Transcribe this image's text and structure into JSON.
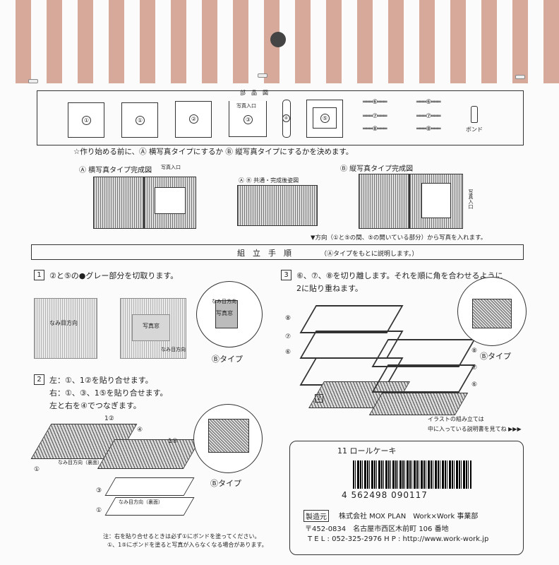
{
  "header": {
    "parts_title": "部　品　図"
  },
  "parts": {
    "labels": [
      "①",
      "①",
      "②",
      "③",
      "④",
      "⑤",
      "⑥",
      "⑦",
      "⑧"
    ],
    "photo_slot": "写真入口",
    "bond": "ボンド"
  },
  "intro": {
    "text": "☆作り始める前に、Ⓐ 横写真タイプにするか Ⓑ 縦写真タイプにするかを決めます。"
  },
  "type_a": {
    "title": "Ⓐ 横写真タイプ完成図",
    "slot": "写真入口"
  },
  "common": {
    "title": "Ⓐ Ⓑ 共通・完成後姿図"
  },
  "type_b": {
    "title": "Ⓑ 縦写真タイプ完成図",
    "slot": "写真入口"
  },
  "direction_note": "▼方向（①と⑤の間、⑤の開いている部分）から写真を入れます。",
  "assembly": {
    "title": "組　立　手　順",
    "note": "（Ⓐタイプをもとに説明します。）"
  },
  "step1": {
    "num": "1",
    "text": "②と⑤の●グレー部分を切取ります。",
    "grain": "なみ目方向",
    "photo": "写真窓",
    "btype": "Ⓑタイプ"
  },
  "step2": {
    "num": "2",
    "lines": [
      "左：①、1②を貼り合せます。",
      "右：①、③、1⑤を貼り合せます。",
      "左と右を④でつなぎます。"
    ],
    "labels": [
      "1②",
      "④",
      "1⑤",
      "①",
      "③",
      "①"
    ],
    "grain_a": "なみ目方向（裏面）",
    "grain_b": "なみ目方向（裏面）",
    "btype": "Ⓑタイプ",
    "notes": [
      "注：右を貼り合せるときは必ず①にボンドを塗ってください。",
      "①、1⑤にボンドを塗ると写真が入らなくなる場合があります。"
    ]
  },
  "step3": {
    "num": "3",
    "lines": [
      "⑥、⑦、⑧を切り離します。それを順に角を合わせるように",
      "2に貼り重ねます。"
    ],
    "left_labels": [
      "⑧",
      "⑦",
      "⑥"
    ],
    "right_labels": [
      "⑧",
      "⑦",
      "⑥"
    ],
    "base": "2",
    "btype": "Ⓑタイプ"
  },
  "illustration_note": {
    "line1": "イラストの組み立ては",
    "line2": "中に入っている説明書を見てね ▶▶▶"
  },
  "product": {
    "name": "11 ロールケーキ",
    "barcode_number": "4 562498 090117",
    "maker_label": "製造元",
    "company": "株式会社 MOX PLAN　Work×Work 事業部",
    "address": "〒452-0834　名古屋市西区木前町 106 番地",
    "contact": "T E L : 052-325-2976  H P : http://www.work-work.jp"
  }
}
